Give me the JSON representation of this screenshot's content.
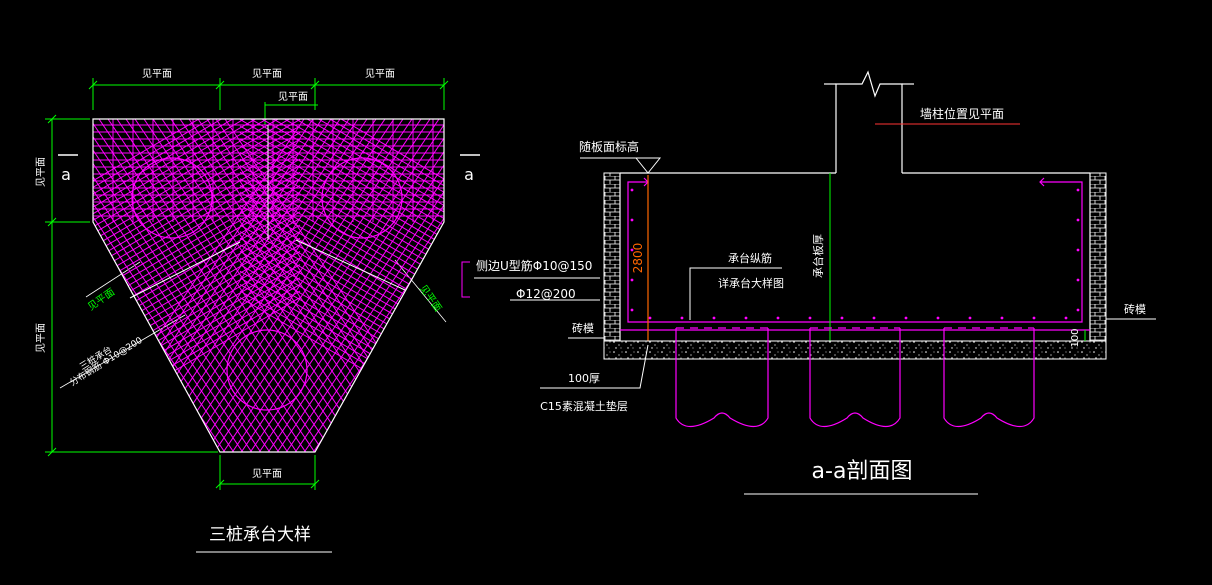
{
  "colors": {
    "background": "#000000",
    "rebar": "#ff00ff",
    "outline": "#ffffff",
    "dimension": "#00ff00",
    "pile_cap_rebar": "#ff6600",
    "annotation": "#ffffff"
  },
  "left_detail": {
    "title": "三桩承台大样",
    "top_dims": [
      "见平面",
      "见平面",
      "见平面"
    ],
    "inner_dim": "见平面",
    "left_dims": [
      "见平面",
      "见平面"
    ],
    "bottom_dim": "见平面",
    "side_dims": [
      "见平面",
      "见平面"
    ],
    "section_marks": [
      "a",
      "a"
    ],
    "note_line1": "三桩承台",
    "note_line2": "分布钢筋 Φ10@200"
  },
  "right_section": {
    "title": "a-a剖面图",
    "wall_note": "墙柱位置见平面",
    "elevation_note": "随板面标高",
    "depth_dim": "2800",
    "side_rebar": "侧边U型筋Φ10@150",
    "side_rebar2": "Φ12@200",
    "main_rebar": "承台纵筋",
    "main_rebar2": "详承台大样图",
    "thickness_note": "承台板厚",
    "brick_left": "砖模",
    "brick_right": "砖模",
    "cushion_dim": "100",
    "cushion_note1": "100厚",
    "cushion_note2": "C15素混凝土垫层"
  }
}
